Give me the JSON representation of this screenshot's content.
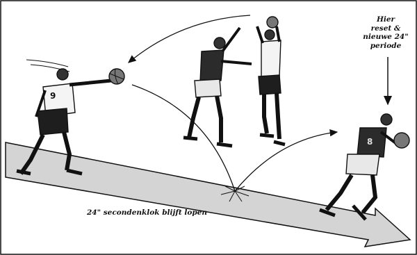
{
  "annotations": {
    "reset_lines": [
      "Hier",
      "reset &",
      "nieuwe 24\"",
      "periode"
    ],
    "clock_running": "24\" secondenklok blijft lopen"
  },
  "players": {
    "receiver_number": "9",
    "dribbler_number": "8"
  },
  "colors": {
    "ink": "#111111",
    "floor_band": "#d4d4d4",
    "jersey_dark": "#2b2b2b",
    "shorts_light": "#e8e8e8"
  }
}
